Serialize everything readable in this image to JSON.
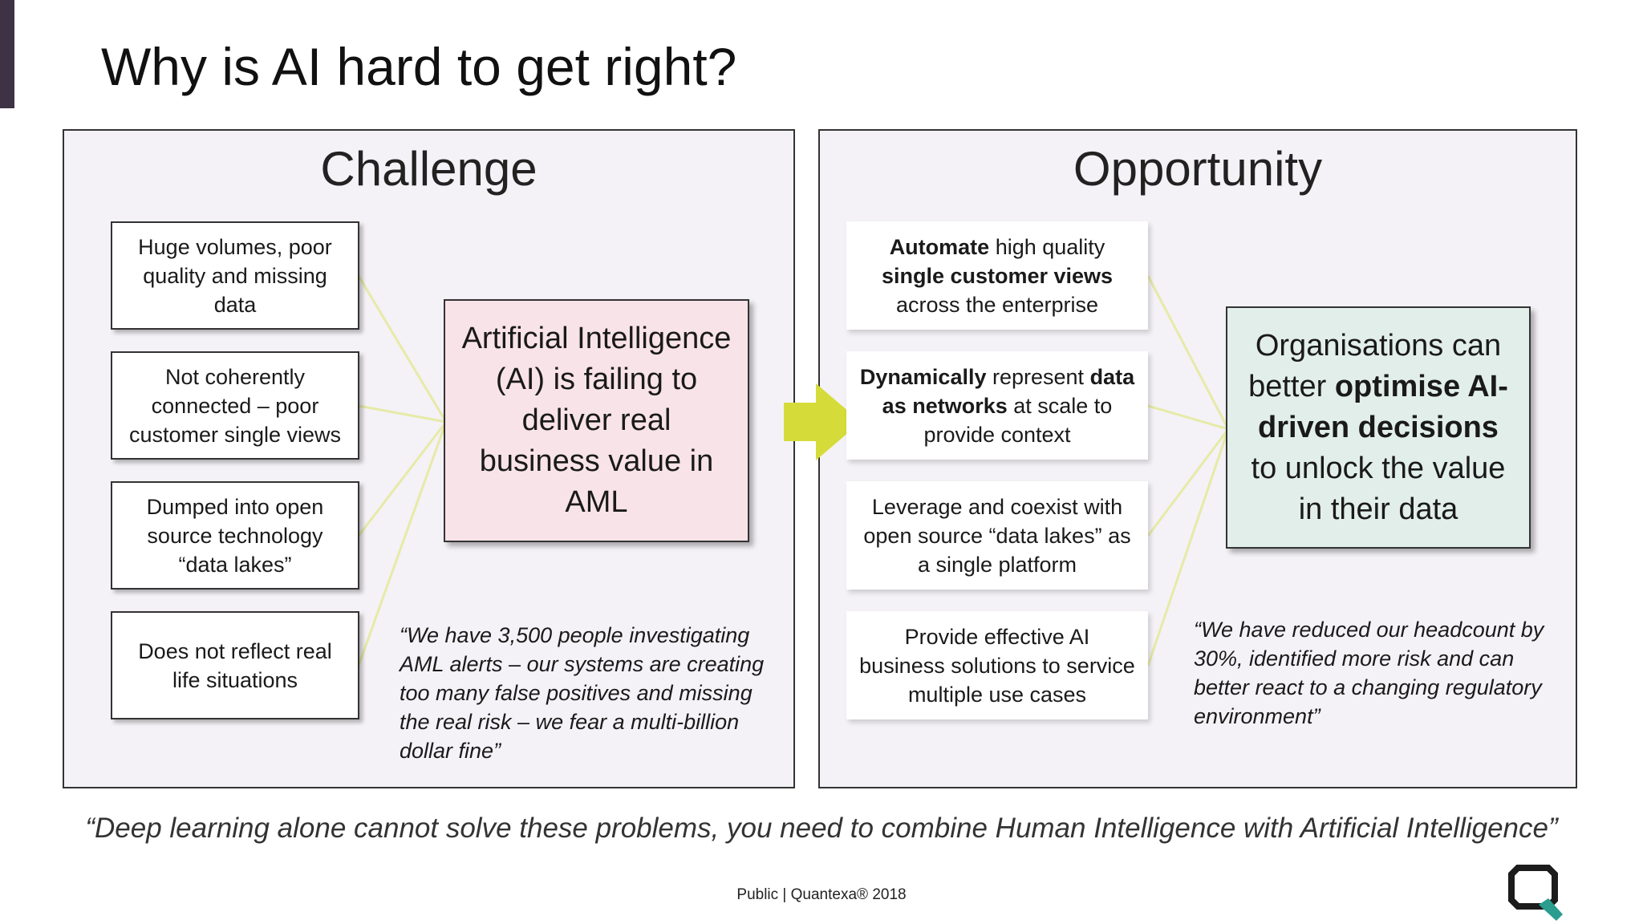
{
  "title": "Why is AI hard to get right?",
  "challenge": {
    "heading": "Challenge",
    "items": [
      "Huge volumes, poor quality and missing data",
      "Not coherently connected – poor customer single views",
      "Dumped into open source technology “data lakes”",
      "Does not reflect real life situations"
    ],
    "center": "Artificial Intelligence (AI) is failing to deliver real business value in AML",
    "quote": "“We have 3,500 people investigating AML alerts – our systems are creating too many false positives and missing the real risk – we fear a multi-billion dollar fine”"
  },
  "opportunity": {
    "heading": "Opportunity",
    "item1": {
      "b1": "Automate",
      "t1": " high quality ",
      "b2": "single customer views",
      "t2": " across the enterprise"
    },
    "item2": {
      "b1": "Dynamically",
      "t1": " represent ",
      "b2": "data as networks",
      "t2": " at scale to provide context"
    },
    "item3": "Leverage and coexist  with open source “data lakes” as a single platform",
    "item4": "Provide effective AI business solutions to service multiple use cases",
    "center": {
      "t1": "Organisations can better ",
      "b1": "optimise AI-driven decisions",
      "t2": " to unlock the value in their data"
    },
    "quote": "“We have reduced our headcount by 30%, identified more risk and can better react to a changing regulatory environment”"
  },
  "bottom_quote": "“Deep learning alone cannot solve these problems, you need to combine Human Intelligence with Artificial Intelligence”",
  "footer": "Public | Quantexa® 2018",
  "colors": {
    "accent_bar": "#3d3345",
    "arrow": "#d5dc3a",
    "connector": "#e6eaa8",
    "challenge_center_bg": "#f8e3e8",
    "opportunity_center_bg": "#e2eeea",
    "logo_dark": "#1c1c1c",
    "logo_teal": "#2a9d8f"
  },
  "icons": {
    "arrow": "arrow-right-icon",
    "logo": "quantexa-logo-icon"
  }
}
